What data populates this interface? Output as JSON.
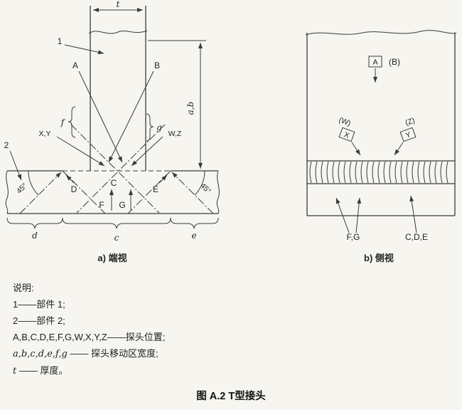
{
  "page": {
    "bg_color": "#f6f5f0",
    "line_color": "#3a3a3a"
  },
  "figure": {
    "caption": "图 A.2  T型接头",
    "view_a_caption": "a)  端视",
    "view_b_caption": "b)  侧视"
  },
  "legend": {
    "title": "说明:",
    "items": [
      {
        "key": "1",
        "rest": "——部件 1;"
      },
      {
        "key": "2",
        "rest": "——部件 2;"
      },
      {
        "key": "A,B,C,D,E,F,G,W,X,Y,Z",
        "rest": "——探头位置;"
      },
      {
        "key": "a,b,c,d,e,f,g",
        "rest": " —— 探头移动区宽度;"
      },
      {
        "key": "t",
        "rest": " —— 厚度。"
      }
    ]
  },
  "end_view": {
    "dim_t": "t",
    "part1": "1",
    "part2": "2",
    "probe_a": "A",
    "probe_b": "B",
    "dim_ab": "a,b",
    "dim_f": "f",
    "dim_g": "g",
    "probe_xy": "X,Y",
    "probe_wz": "W,Z",
    "angle_left": "45°",
    "angle_right": "45°",
    "probe_d": "D",
    "probe_c": "C",
    "probe_e": "E",
    "probe_f": "F",
    "probe_g": "G",
    "dim_d": "d",
    "dim_c": "c",
    "dim_e": "e"
  },
  "side_view": {
    "probe_a": "A",
    "probe_b_alt": "(B)",
    "probe_w_alt": "(W)",
    "probe_x": "X",
    "probe_z_alt": "(Z)",
    "probe_y": "Y",
    "probes_fg": "F,G",
    "probes_cde": "C,D,E"
  }
}
